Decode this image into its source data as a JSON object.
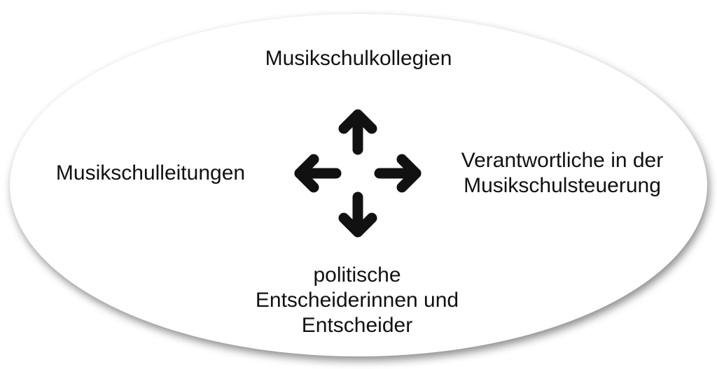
{
  "diagram": {
    "top": {
      "lines": [
        "Musikschulkollegien"
      ]
    },
    "left": {
      "lines": [
        "Musikschulleitungen"
      ]
    },
    "right": {
      "lines": [
        "Verantwortliche in der",
        "Musikschulsteuerung"
      ]
    },
    "bottom": {
      "lines": [
        "politische",
        "Entscheiderinnen und",
        "Entscheider"
      ]
    },
    "icons": {
      "center": "four-way-arrows-icon"
    },
    "colors": {
      "ink": "#111111",
      "background": "#ffffff"
    }
  }
}
